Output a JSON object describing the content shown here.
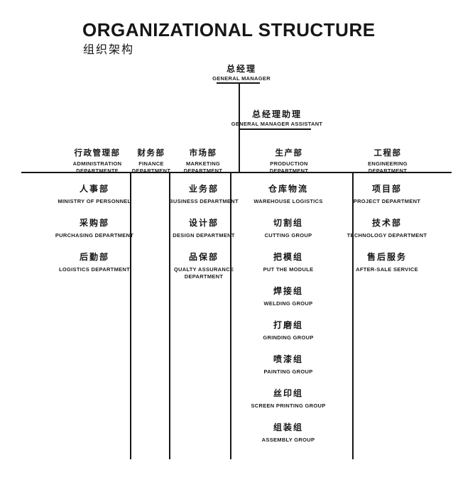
{
  "page": {
    "title": "ORGANIZATIONAL STRUCTURE",
    "subtitle": "组织架构"
  },
  "colors": {
    "ink": "#161616",
    "background": "#ffffff"
  },
  "chart_data": {
    "type": "org-chart",
    "root": {
      "cn": "总经理",
      "en": "GENERAL MANAGER"
    },
    "assistant": {
      "cn": "总经理助理",
      "en": "GENERAL MANAGER ASSISTANT"
    },
    "departments": [
      {
        "cn": "行政管理部",
        "en": "ADMINISTRATION DEPARTMENTF",
        "children": [
          {
            "cn": "人事部",
            "en": "MINISTRY OF PERSONNEL"
          },
          {
            "cn": "采购部",
            "en": "PURCHASING DEPARTMENT"
          },
          {
            "cn": "后勤部",
            "en": "LOGISTICS DEPARTMENT"
          }
        ]
      },
      {
        "cn": "财务部",
        "en": "FINANCE DEPARTMENT",
        "children": []
      },
      {
        "cn": "市场部",
        "en": "MARKETING DEPARTMENT",
        "children": [
          {
            "cn": "业务部",
            "en": "BUSINESS DEPARTMENT"
          },
          {
            "cn": "设计部",
            "en": "DESIGN DEPARTMENT"
          },
          {
            "cn": "品保部",
            "en": "QUALTY ASSURANCE DEPARTMENT"
          }
        ]
      },
      {
        "cn": "生产部",
        "en": "PRODUCTION DEPARTMENT",
        "children": [
          {
            "cn": "仓库物流",
            "en": "WAREHOUSE LOGISTICS"
          },
          {
            "cn": "切割组",
            "en": "CUTTING GROUP"
          },
          {
            "cn": "把模组",
            "en": "PUT THE MODULE"
          },
          {
            "cn": "焊接组",
            "en": "WELDING GROUP"
          },
          {
            "cn": "打磨组",
            "en": "GRINDING GROUP"
          },
          {
            "cn": "喷漆组",
            "en": "PAINTING GROUP"
          },
          {
            "cn": "丝印组",
            "en": "SCREEN PRINTING GROUP"
          },
          {
            "cn": "组装组",
            "en": "ASSEMBLY GROUP"
          }
        ]
      },
      {
        "cn": "工程部",
        "en": "ENGINEERING DEPARTMENT",
        "children": [
          {
            "cn": "项目部",
            "en": "PROJECT DEPARTMENT"
          },
          {
            "cn": "技术部",
            "en": "TECHNOLOGY DEPARTMENT"
          },
          {
            "cn": "售后服务",
            "en": "AFTER-SALE SERVICE"
          }
        ]
      }
    ]
  }
}
